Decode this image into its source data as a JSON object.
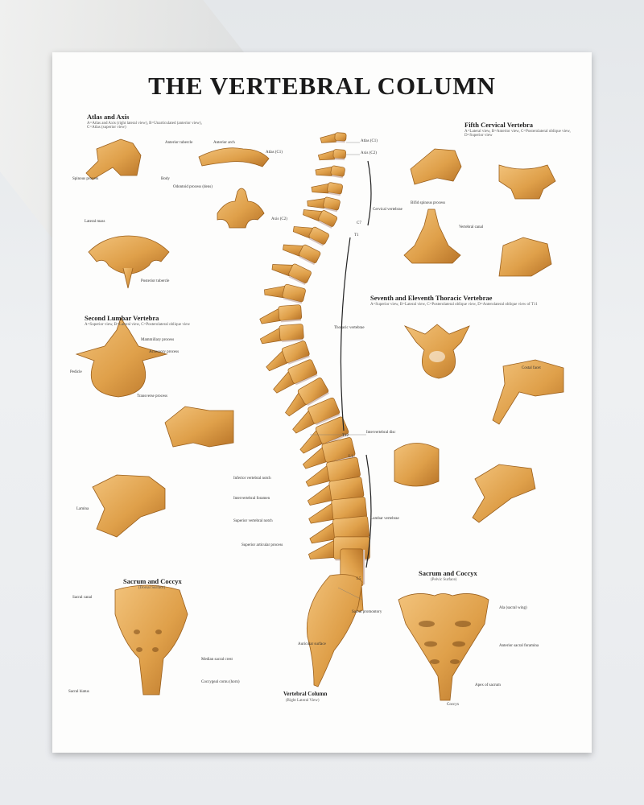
{
  "poster": {
    "title": "THE VERTEBRAL COLUMN",
    "sections": {
      "atlas_axis": {
        "title": "Atlas and Axis",
        "subtitle": "A=Atlas and Axis (right lateral view), B=Unarticulated (anterior view), C=Atlas (superior view)"
      },
      "fifth_cervical": {
        "title": "Fifth Cervical Vertebra",
        "subtitle": "A=Lateral view, B=Anterior view, C=Posterolateral oblique view, D=Superior view"
      },
      "second_lumbar": {
        "title": "Second Lumbar Vertebra",
        "subtitle": "A=Superior view, B=Lateral view, C=Posterolateral oblique view"
      },
      "thoracic": {
        "title": "Seventh and Eleventh Thoracic Vertebrae",
        "subtitle": "A=Superior view, B=Lateral view, C=Posterolateral oblique view, D=Anterolateral oblique view of T11"
      },
      "sacrum_dorsal": {
        "title": "Sacrum and Coccyx",
        "subtitle": "(Dorsal Surface)"
      },
      "sacrum_pelvic": {
        "title": "Sacrum and Coccyx",
        "subtitle": "(Pelvic Surface)"
      },
      "column": {
        "title": "Vertebral Column",
        "subtitle": "(Right Lateral View)"
      }
    },
    "spine_labels": {
      "atlas": "Atlas (C1)",
      "axis": "Axis (C2)",
      "c7": "C7",
      "t1": "T1",
      "t12": "T12",
      "l1": "L1",
      "l5": "L5",
      "cervical": "Cervical vertebrae",
      "thoracic": "Thoracic vertebrae",
      "lumbar": "Lumbar vertebrae",
      "disc": "Intervertebral disc",
      "promontory": "Sacral promontory",
      "auricular": "Auricular surface",
      "inf_notch": "Inferior vertebral notch",
      "foramen": "Intervertebral foramen",
      "sup_notch": "Superior vertebral notch",
      "sup_process": "Superior articular process"
    },
    "part_labels": {
      "body": "Body",
      "spinous": "Spinous process",
      "transverse": "Transverse process",
      "lamina": "Lamina",
      "pedicle": "Pedicle",
      "vertebral_canal": "Vertebral canal",
      "anterior_tubercle": "Anterior tubercle",
      "posterior_tubercle": "Posterior tubercle",
      "atlas_c1": "Atlas (C1)",
      "axis_c2": "Axis (C2)",
      "dens": "Odontoid process (dens)",
      "lateral_mass": "Lateral mass",
      "anterior_arch": "Anterior arch",
      "mammillary": "Mammillary process",
      "accessory": "Accessory process",
      "sacral_canal": "Sacral canal",
      "sacral_hiatus": "Sacral hiatus",
      "median_crest": "Median sacral crest",
      "ala": "Ala (sacral wing)",
      "anterior_foramina": "Anterior sacral foramina",
      "apex": "Apex of sacrum",
      "coccyx": "Coccyx",
      "coccygeal_cornu": "Coccygeal cornu (horn)",
      "bifid_spinous": "Bifid spinous process",
      "costal_facet": "Costal facet"
    },
    "colors": {
      "bone": "#dfa04a",
      "bone_dark": "#9a5f1c",
      "disc": "#d8c6c0"
    }
  }
}
